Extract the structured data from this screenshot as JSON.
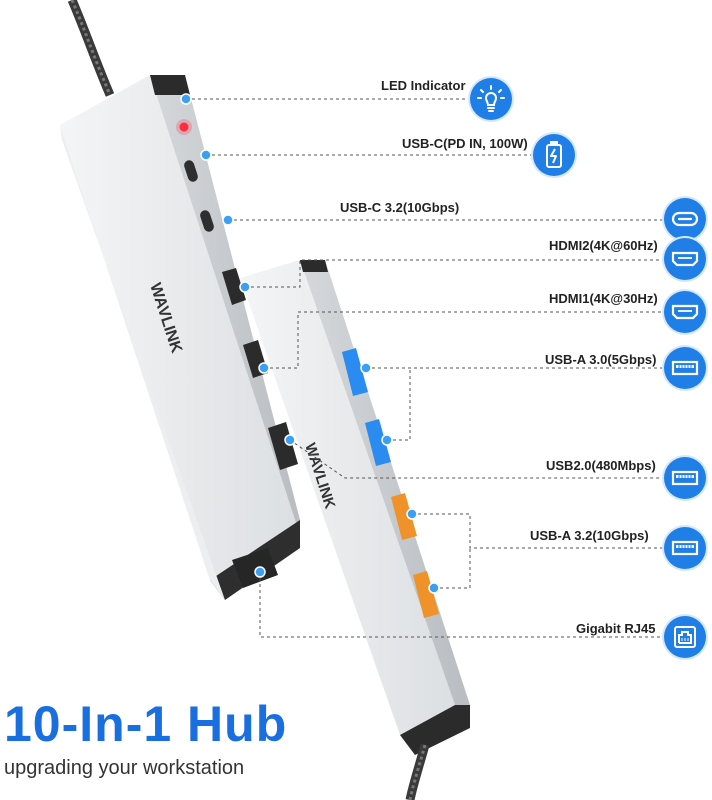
{
  "brand": "WAVLINK",
  "headline": "10-In-1 Hub",
  "subline": "upgrading your workstation",
  "colors": {
    "accent": "#1f7fe6",
    "headline": "#1a6fe0",
    "body": "#c8cbcf",
    "led": "#ff2d40",
    "usb_blue": "#2a8cf0",
    "usb_orange": "#f0922a"
  },
  "ports": [
    {
      "label": "LED Indicator",
      "icon": "bulb-icon"
    },
    {
      "label": "USB-C(PD IN, 100W)",
      "icon": "battery-charge-icon"
    },
    {
      "label": "USB-C 3.2(10Gbps)",
      "icon": "usb-c-icon"
    },
    {
      "label": "HDMI2(4K@60Hz)",
      "icon": "hdmi-icon"
    },
    {
      "label": "HDMI1(4K@30Hz)",
      "icon": "hdmi-icon"
    },
    {
      "label": "USB-A 3.0(5Gbps)",
      "icon": "usb-a-icon"
    },
    {
      "label": "USB2.0(480Mbps)",
      "icon": "usb-a-icon"
    },
    {
      "label": "USB-A 3.2(10Gbps)",
      "icon": "usb-a-icon"
    },
    {
      "label": "Gigabit RJ45",
      "icon": "ethernet-icon"
    }
  ]
}
